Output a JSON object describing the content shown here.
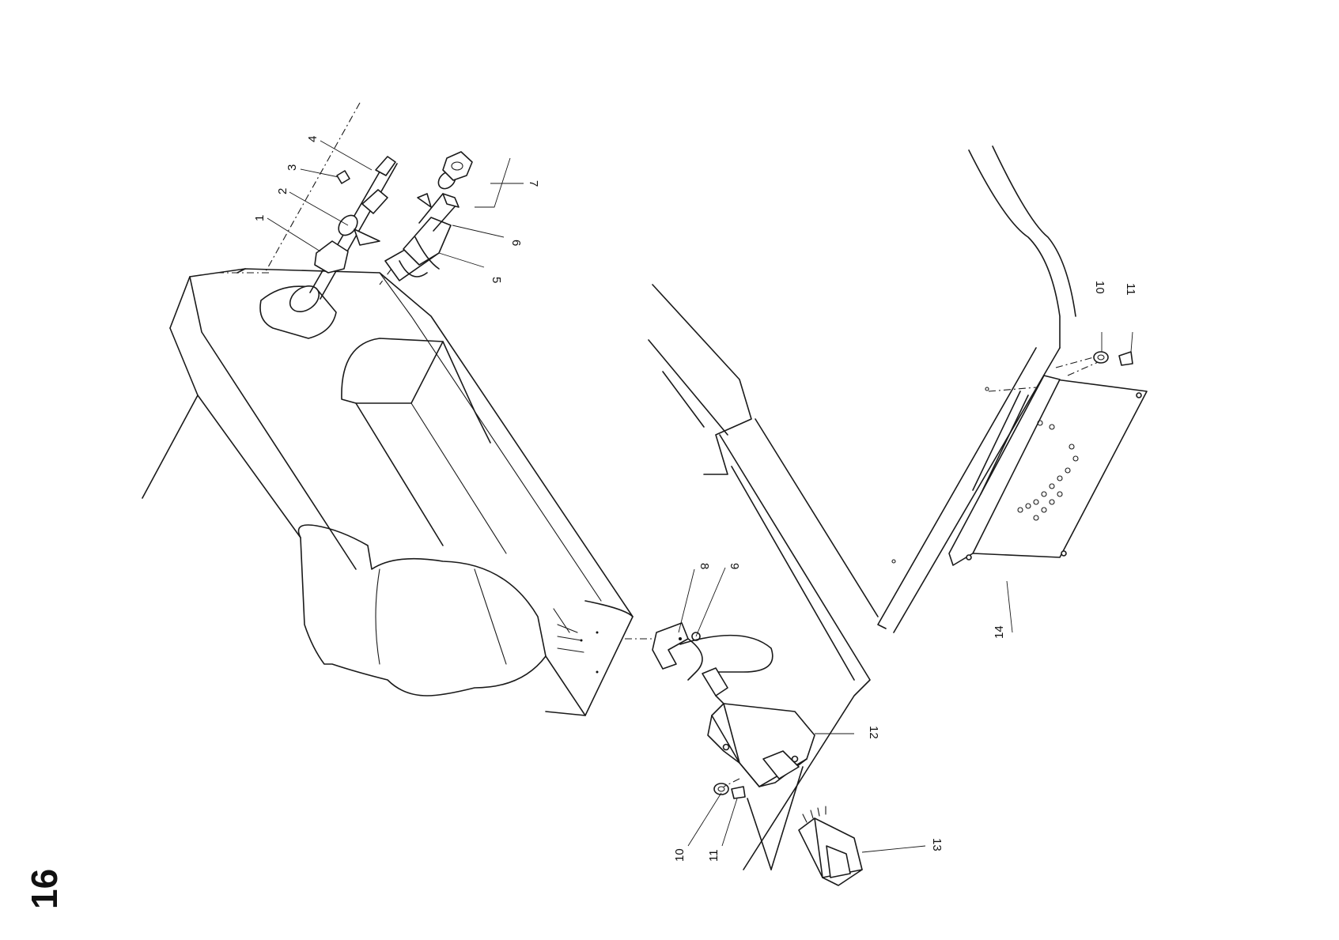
{
  "page": {
    "number": "16"
  },
  "callouts": [
    {
      "id": "c1",
      "text": "1"
    },
    {
      "id": "c2",
      "text": "2"
    },
    {
      "id": "c3",
      "text": "3"
    },
    {
      "id": "c4",
      "text": "4"
    },
    {
      "id": "c5",
      "text": "5"
    },
    {
      "id": "c6",
      "text": "6"
    },
    {
      "id": "c7",
      "text": "7"
    },
    {
      "id": "c8",
      "text": "8"
    },
    {
      "id": "c9",
      "text": "9"
    },
    {
      "id": "c10a",
      "text": "10"
    },
    {
      "id": "c11a",
      "text": "11"
    },
    {
      "id": "c12",
      "text": "12"
    },
    {
      "id": "c13",
      "text": "13"
    },
    {
      "id": "c10b",
      "text": "10"
    },
    {
      "id": "c11b",
      "text": "11"
    },
    {
      "id": "c14",
      "text": "14"
    }
  ]
}
